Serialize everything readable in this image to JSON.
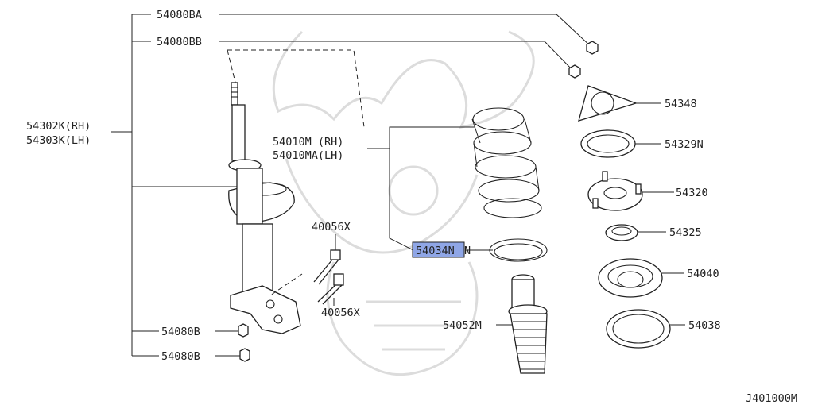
{
  "diagram_id": "J401000M",
  "highlight_color": "#8fa6e6",
  "watermark_icon": "samurai-helmet-icon",
  "parts": {
    "nut_ba": "54080BA",
    "nut_bb": "54080BB",
    "strut_rh": "54302K(RH)",
    "strut_lh": "54303K(LH)",
    "spring_rh": "54010M (RH)",
    "spring_lh": "54010MA(LH)",
    "seat_rubber": "54034N",
    "bound_bumper": "54052M",
    "bolt_upper": "40056X",
    "bolt_lower": "40056X",
    "nut_b_upper": "54080B",
    "nut_b_lower": "54080B",
    "cover_plate": "54348",
    "insulator_seal": "54329N",
    "strut_mount": "54320",
    "bearing": "54325",
    "upper_seat": "54040",
    "mount_rubber": "54038"
  }
}
